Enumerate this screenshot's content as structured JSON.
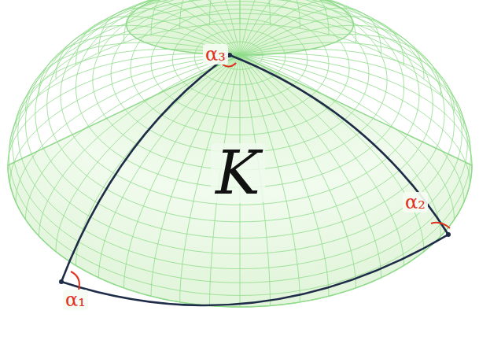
{
  "diagram": {
    "labels": [
      "α₃",
      "K",
      "α₂",
      "α₁"
    ]
  }
}
